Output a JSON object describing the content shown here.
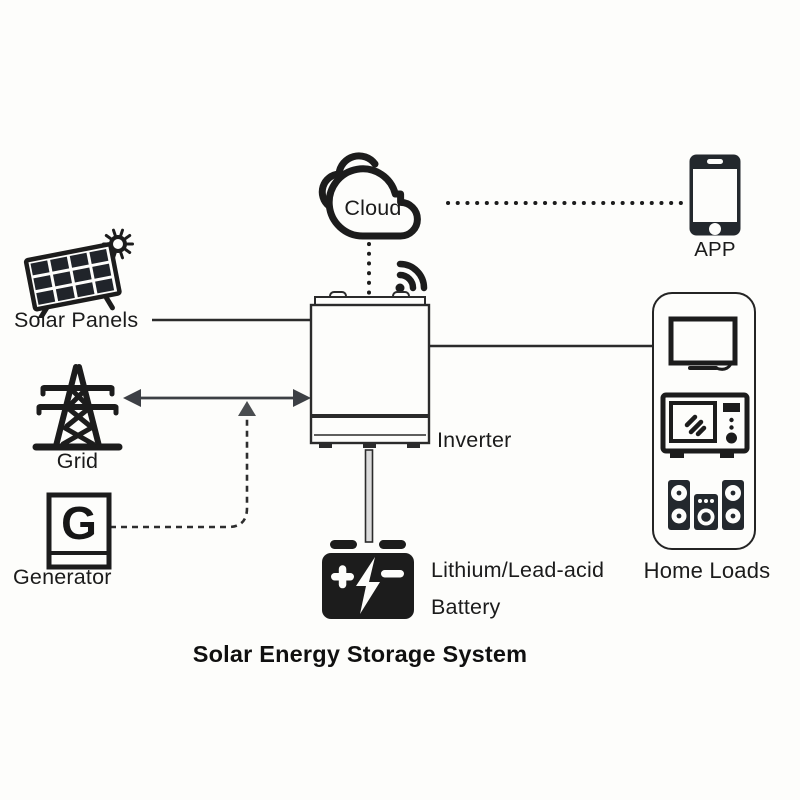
{
  "title": "Solar Energy Storage System",
  "colors": {
    "ink": "#1c1c1c",
    "line": "#2e2e2e",
    "arrow": "#3d4045",
    "background": "#fdfdfb"
  },
  "nodes": {
    "cloud": {
      "label": "Cloud"
    },
    "app": {
      "label": "APP"
    },
    "solar_panels": {
      "label": "Solar Panels"
    },
    "grid": {
      "label": "Grid"
    },
    "generator": {
      "label": "Generator",
      "letter": "G"
    },
    "inverter": {
      "label": "Inverter"
    },
    "battery": {
      "label_line1": "Lithium/Lead-acid",
      "label_line2": "Battery"
    },
    "home_loads": {
      "label": "Home Loads"
    }
  }
}
